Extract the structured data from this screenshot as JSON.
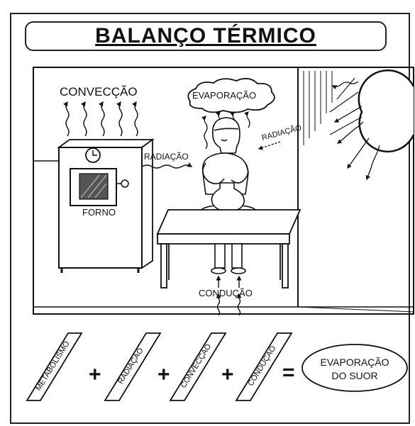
{
  "title": "BALANÇO TÉRMICO",
  "scene": {
    "convection_label": "CONVECÇÃO",
    "evaporation_label": "EVAPORAÇÃO",
    "radiation_oven_label": "RADIAÇÃO",
    "radiation_sun_label": "RADIAÇÃO",
    "oven_label": "FORNO",
    "conduction_label": "CONDUÇÃO"
  },
  "equation": {
    "terms": [
      "METABOLISMO",
      "RADIAÇÃO",
      "CONVECÇÃO",
      "CONDUÇÃO"
    ],
    "plus": "+",
    "equals": "=",
    "result_line1": "EVAPORAÇÃO",
    "result_line2": "DO SUOR"
  }
}
